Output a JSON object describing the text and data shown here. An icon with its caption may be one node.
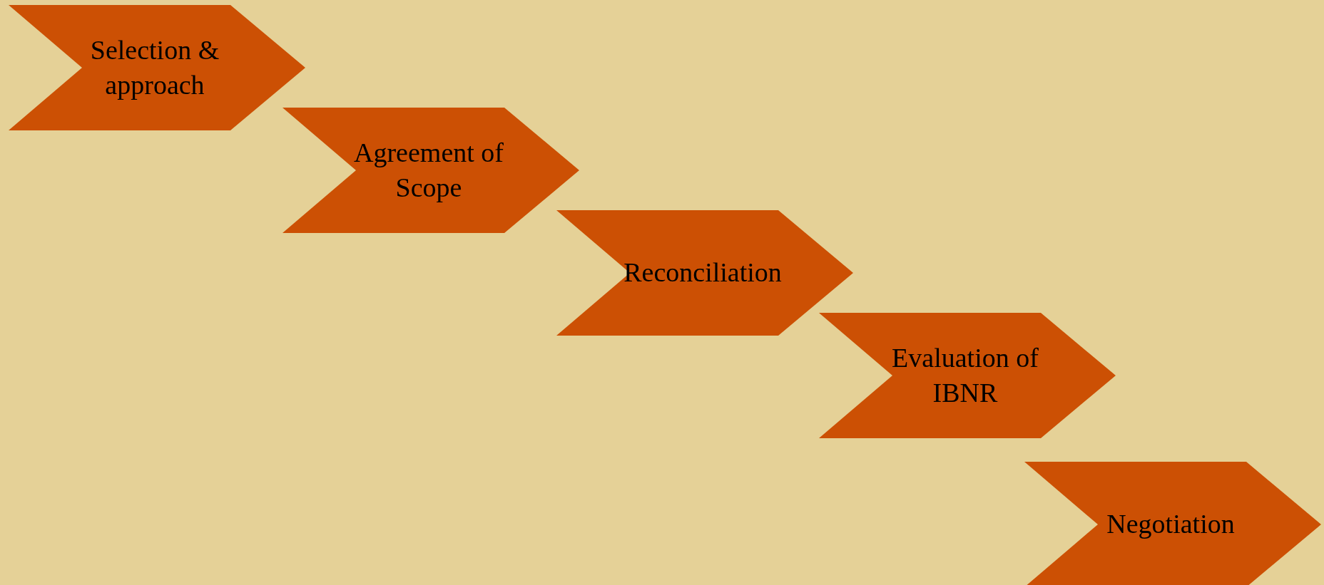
{
  "diagram": {
    "nodes": [
      {
        "text": [
          "Selection & approach"
        ]
      },
      {
        "text": [
          "Agreement of Scope"
        ]
      },
      {
        "text": [
          "Reconciliation"
        ]
      },
      {
        "text": [
          "Evaluation of IBNR"
        ]
      },
      {
        "text": [
          "Negotiation"
        ]
      }
    ]
  }
}
